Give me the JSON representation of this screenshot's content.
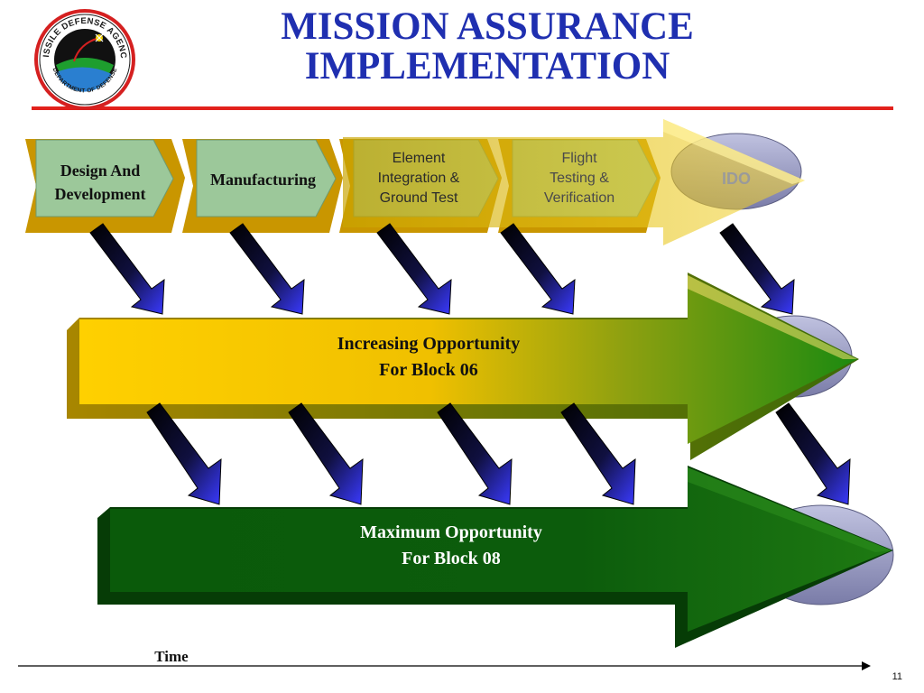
{
  "slide": {
    "title_line1": "MISSION ASSURANCE",
    "title_line2": "IMPLEMENTATION",
    "page_number": "11"
  },
  "logo": {
    "top_text": "MISSILE DEFENSE AGENCY",
    "bottom_text": "DEPARTMENT OF DEFENSE"
  },
  "phases": [
    {
      "lines": [
        "Design And",
        "Development"
      ]
    },
    {
      "lines": [
        "Manufacturing"
      ]
    },
    {
      "lines": [
        "Element",
        "Integration &",
        "Ground Test"
      ]
    },
    {
      "lines": [
        "Flight",
        "Testing &",
        "Verification"
      ]
    },
    {
      "lines": [
        "IDO"
      ]
    }
  ],
  "arrows": {
    "block06": {
      "line1": "Increasing Opportunity",
      "line2": "For Block 06"
    },
    "block08": {
      "line1": "Maximum Opportunity",
      "line2": "For Block 08"
    }
  },
  "axis": {
    "label": "Time"
  },
  "colors": {
    "title": "#1f2fb0",
    "rule": "#e2211c",
    "phase_box": "#9cc89a",
    "gold": "#f0c000",
    "green_dark": "#0a5a0a",
    "arrow_blue": "#2020c0"
  }
}
